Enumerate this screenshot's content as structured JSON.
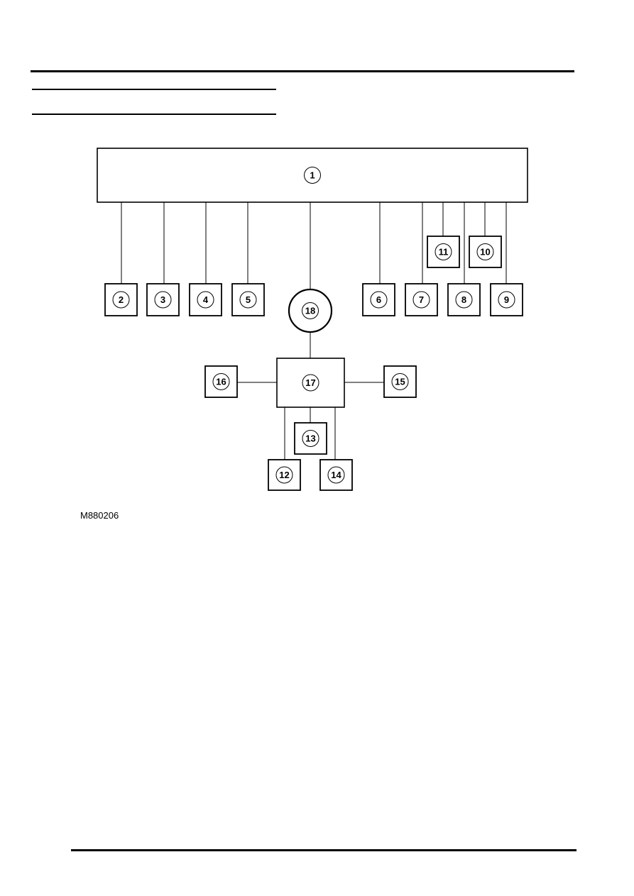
{
  "diagram": {
    "figure_code": "M880206",
    "nodes": [
      {
        "id": "n1",
        "label": "1",
        "shape": "rect"
      },
      {
        "id": "n2",
        "label": "2",
        "shape": "box"
      },
      {
        "id": "n3",
        "label": "3",
        "shape": "box"
      },
      {
        "id": "n4",
        "label": "4",
        "shape": "box"
      },
      {
        "id": "n5",
        "label": "5",
        "shape": "box"
      },
      {
        "id": "n6",
        "label": "6",
        "shape": "box"
      },
      {
        "id": "n7",
        "label": "7",
        "shape": "box"
      },
      {
        "id": "n8",
        "label": "8",
        "shape": "box"
      },
      {
        "id": "n9",
        "label": "9",
        "shape": "box"
      },
      {
        "id": "n10",
        "label": "10",
        "shape": "box"
      },
      {
        "id": "n11",
        "label": "11",
        "shape": "box"
      },
      {
        "id": "n12",
        "label": "12",
        "shape": "box"
      },
      {
        "id": "n13",
        "label": "13",
        "shape": "box"
      },
      {
        "id": "n14",
        "label": "14",
        "shape": "box"
      },
      {
        "id": "n15",
        "label": "15",
        "shape": "box"
      },
      {
        "id": "n16",
        "label": "16",
        "shape": "box"
      },
      {
        "id": "n17",
        "label": "17",
        "shape": "rect"
      },
      {
        "id": "n18",
        "label": "18",
        "shape": "circle"
      }
    ],
    "edges": [
      [
        "n1",
        "n2"
      ],
      [
        "n1",
        "n3"
      ],
      [
        "n1",
        "n4"
      ],
      [
        "n1",
        "n5"
      ],
      [
        "n1",
        "n6"
      ],
      [
        "n1",
        "n7"
      ],
      [
        "n1",
        "n8"
      ],
      [
        "n1",
        "n9"
      ],
      [
        "n1",
        "n10"
      ],
      [
        "n1",
        "n11"
      ],
      [
        "n1",
        "n18"
      ],
      [
        "n18",
        "n17"
      ],
      [
        "n17",
        "n16"
      ],
      [
        "n17",
        "n15"
      ],
      [
        "n17",
        "n13"
      ],
      [
        "n17",
        "n12"
      ],
      [
        "n17",
        "n14"
      ]
    ]
  }
}
